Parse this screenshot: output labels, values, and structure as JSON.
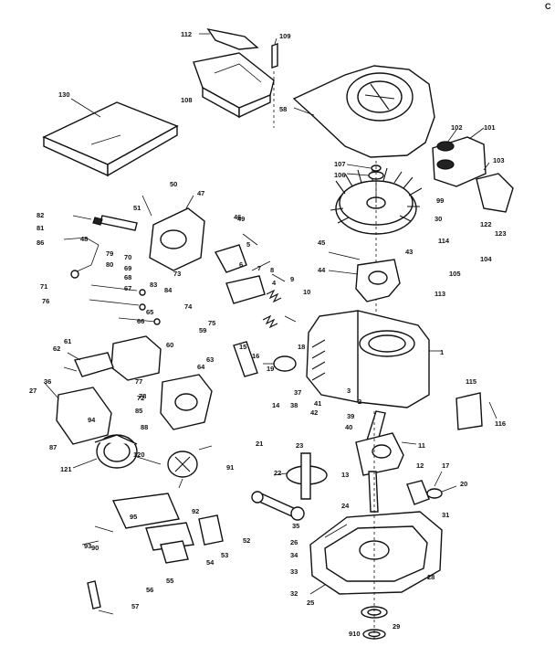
{
  "corner_mark": "C",
  "callouts": [
    {
      "name": "callout-112",
      "label": "112"
    },
    {
      "name": "callout-109",
      "label": "109"
    },
    {
      "name": "callout-108",
      "label": "108"
    },
    {
      "name": "callout-130",
      "label": "130"
    },
    {
      "name": "callout-58",
      "label": "58"
    },
    {
      "name": "callout-102",
      "label": "102"
    },
    {
      "name": "callout-101",
      "label": "101"
    },
    {
      "name": "callout-103",
      "label": "103"
    },
    {
      "name": "callout-107",
      "label": "107"
    },
    {
      "name": "callout-106",
      "label": "106"
    },
    {
      "name": "callout-99",
      "label": "99"
    },
    {
      "name": "callout-47",
      "label": "47"
    },
    {
      "name": "callout-50",
      "label": "50"
    },
    {
      "name": "callout-82",
      "label": "82"
    },
    {
      "name": "callout-81",
      "label": "81"
    },
    {
      "name": "callout-86",
      "label": "86"
    },
    {
      "name": "callout-48",
      "label": "48"
    },
    {
      "name": "callout-51",
      "label": "51"
    },
    {
      "name": "callout-49",
      "label": "49"
    },
    {
      "name": "callout-45",
      "label": "45"
    },
    {
      "name": "callout-44",
      "label": "44"
    },
    {
      "name": "callout-43",
      "label": "43"
    },
    {
      "name": "callout-30",
      "label": "30"
    },
    {
      "name": "callout-122",
      "label": "122"
    },
    {
      "name": "callout-123",
      "label": "123"
    },
    {
      "name": "callout-114",
      "label": "114"
    },
    {
      "name": "callout-104",
      "label": "104"
    },
    {
      "name": "callout-105",
      "label": "105"
    },
    {
      "name": "callout-113",
      "label": "113"
    },
    {
      "name": "callout-1",
      "label": "1"
    },
    {
      "name": "callout-71",
      "label": "71"
    },
    {
      "name": "callout-76",
      "label": "76"
    },
    {
      "name": "callout-62",
      "label": "62"
    },
    {
      "name": "callout-61",
      "label": "61"
    },
    {
      "name": "callout-27",
      "label": "27"
    },
    {
      "name": "callout-36",
      "label": "36"
    },
    {
      "name": "callout-115",
      "label": "115"
    },
    {
      "name": "callout-116",
      "label": "116"
    },
    {
      "name": "callout-87",
      "label": "87"
    },
    {
      "name": "callout-120",
      "label": "120"
    },
    {
      "name": "callout-121",
      "label": "121"
    },
    {
      "name": "callout-21",
      "label": "21"
    },
    {
      "name": "callout-22",
      "label": "22"
    },
    {
      "name": "callout-11",
      "label": "11"
    },
    {
      "name": "callout-12",
      "label": "12"
    },
    {
      "name": "callout-13",
      "label": "13"
    },
    {
      "name": "callout-17",
      "label": "17"
    },
    {
      "name": "callout-20",
      "label": "20"
    },
    {
      "name": "callout-31",
      "label": "31"
    },
    {
      "name": "callout-24",
      "label": "24"
    },
    {
      "name": "callout-25",
      "label": "25"
    },
    {
      "name": "callout-26",
      "label": "26"
    },
    {
      "name": "callout-28",
      "label": "28"
    },
    {
      "name": "callout-29",
      "label": "29"
    },
    {
      "name": "callout-33",
      "label": "33"
    },
    {
      "name": "callout-34",
      "label": "34"
    },
    {
      "name": "callout-32",
      "label": "32"
    },
    {
      "name": "callout-35",
      "label": "35"
    },
    {
      "name": "callout-910",
      "label": "910"
    },
    {
      "name": "callout-53",
      "label": "53"
    },
    {
      "name": "callout-54",
      "label": "54"
    },
    {
      "name": "callout-55",
      "label": "55"
    },
    {
      "name": "callout-56",
      "label": "56"
    },
    {
      "name": "callout-57",
      "label": "57"
    },
    {
      "name": "callout-52",
      "label": "52"
    },
    {
      "name": "callout-90",
      "label": "90"
    },
    {
      "name": "callout-91",
      "label": "91"
    },
    {
      "name": "callout-92",
      "label": "92"
    },
    {
      "name": "callout-93",
      "label": "93"
    },
    {
      "name": "callout-94",
      "label": "94"
    },
    {
      "name": "callout-95",
      "label": "95"
    },
    {
      "name": "callout-60",
      "label": "60"
    },
    {
      "name": "callout-63",
      "label": "63"
    },
    {
      "name": "callout-64",
      "label": "64"
    },
    {
      "name": "callout-65",
      "label": "65"
    },
    {
      "name": "callout-66",
      "label": "66"
    },
    {
      "name": "callout-67",
      "label": "67"
    },
    {
      "name": "callout-68",
      "label": "68"
    },
    {
      "name": "callout-69",
      "label": "69"
    },
    {
      "name": "callout-70",
      "label": "70"
    },
    {
      "name": "callout-72",
      "label": "72"
    },
    {
      "name": "callout-73",
      "label": "73"
    },
    {
      "name": "callout-74",
      "label": "74"
    },
    {
      "name": "callout-75",
      "label": "75"
    },
    {
      "name": "callout-2",
      "label": "2"
    },
    {
      "name": "callout-3",
      "label": "3"
    },
    {
      "name": "callout-4",
      "label": "4"
    },
    {
      "name": "callout-5",
      "label": "5"
    },
    {
      "name": "callout-6",
      "label": "6"
    },
    {
      "name": "callout-7",
      "label": "7"
    },
    {
      "name": "callout-8",
      "label": "8"
    },
    {
      "name": "callout-9",
      "label": "9"
    },
    {
      "name": "callout-10",
      "label": "10"
    },
    {
      "name": "callout-14",
      "label": "14"
    },
    {
      "name": "callout-15",
      "label": "15"
    },
    {
      "name": "callout-16",
      "label": "16"
    },
    {
      "name": "callout-18",
      "label": "18"
    },
    {
      "name": "callout-19",
      "label": "19"
    },
    {
      "name": "callout-37",
      "label": "37"
    },
    {
      "name": "callout-38",
      "label": "38"
    },
    {
      "name": "callout-39",
      "label": "39"
    },
    {
      "name": "callout-40",
      "label": "40"
    },
    {
      "name": "callout-41",
      "label": "41"
    },
    {
      "name": "callout-42",
      "label": "42"
    },
    {
      "name": "callout-59",
      "label": "59"
    },
    {
      "name": "callout-77",
      "label": "77"
    },
    {
      "name": "callout-78",
      "label": "78"
    },
    {
      "name": "callout-79",
      "label": "79"
    },
    {
      "name": "callout-80",
      "label": "80"
    },
    {
      "name": "callout-83",
      "label": "83"
    },
    {
      "name": "callout-84",
      "label": "84"
    },
    {
      "name": "callout-85",
      "label": "85"
    },
    {
      "name": "callout-88",
      "label": "88"
    },
    {
      "name": "callout-46",
      "label": "46"
    },
    {
      "name": "callout-23",
      "label": "23"
    }
  ]
}
